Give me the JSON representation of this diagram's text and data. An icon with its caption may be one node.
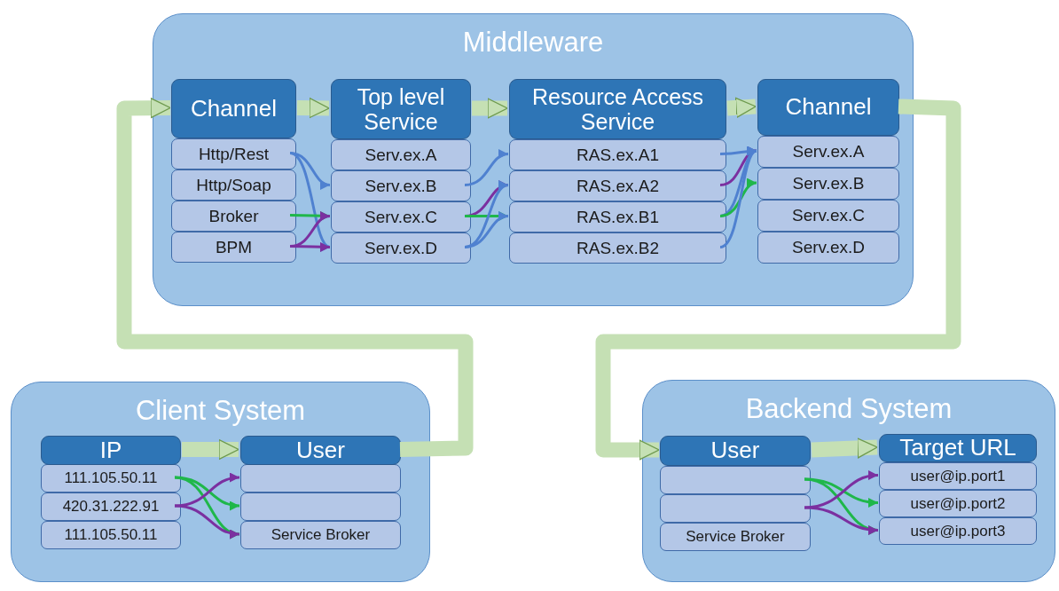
{
  "diagram": {
    "nodes": [
      {
        "text": [
          "Middleware"
        ]
      },
      {
        "text": [
          "Channel"
        ],
        "in": 0
      },
      {
        "text": [
          "Http/Rest"
        ],
        "in": 0
      },
      {
        "text": [
          "Http/Soap"
        ],
        "in": 0
      },
      {
        "text": [
          "Broker"
        ],
        "in": 0
      },
      {
        "text": [
          "BPM"
        ],
        "in": 0
      },
      {
        "text": [
          "Top level Service"
        ],
        "in": 0
      },
      {
        "text": [
          "Serv.ex.A"
        ],
        "in": 0
      },
      {
        "text": [
          "Serv.ex.B"
        ],
        "in": 0
      },
      {
        "text": [
          "Serv.ex.C"
        ],
        "in": 0
      },
      {
        "text": [
          "Serv.ex.D"
        ],
        "in": 0
      },
      {
        "text": [
          "Resource Access Service"
        ],
        "in": 0
      },
      {
        "text": [
          "RAS.ex.A1"
        ],
        "in": 0
      },
      {
        "text": [
          "RAS.ex.A2"
        ],
        "in": 0
      },
      {
        "text": [
          "RAS.ex.B1"
        ],
        "in": 0
      },
      {
        "text": [
          "RAS.ex.B2"
        ],
        "in": 0
      },
      {
        "text": [
          "Channel"
        ],
        "in": 0
      },
      {
        "text": [
          "Serv.ex.A"
        ],
        "in": 0
      },
      {
        "text": [
          "Serv.ex.B"
        ],
        "in": 0
      },
      {
        "text": [
          "Serv.ex.C"
        ],
        "in": 0
      },
      {
        "text": [
          "Serv.ex.D"
        ],
        "in": 0
      },
      {
        "text": [
          "Client System"
        ]
      },
      {
        "text": [
          "IP"
        ],
        "in": 21
      },
      {
        "text": [
          "111.105.50.11"
        ],
        "in": 21
      },
      {
        "text": [
          "420.31.222.91"
        ],
        "in": 21
      },
      {
        "text": [
          "111.105.50.11"
        ],
        "in": 21
      },
      {
        "text": [
          "User"
        ],
        "in": 21
      },
      {
        "text": [],
        "shape": "box",
        "in": 21
      },
      {
        "text": [],
        "shape": "box",
        "in": 21
      },
      {
        "text": [
          "Service Broker"
        ],
        "in": 21
      },
      {
        "text": [
          "Backend System"
        ]
      },
      {
        "text": [
          "User"
        ],
        "in": 30
      },
      {
        "text": [],
        "shape": "box",
        "in": 30
      },
      {
        "text": [],
        "shape": "box",
        "in": 30
      },
      {
        "text": [
          "Service Broker"
        ],
        "in": 30
      },
      {
        "text": [
          "Target URL"
        ],
        "in": 30
      },
      {
        "text": [
          "user@ip.port1"
        ],
        "in": 30
      },
      {
        "text": [
          "user@ip.port2"
        ],
        "in": 30
      },
      {
        "text": [
          "user@ip.port3"
        ],
        "in": 30
      }
    ],
    "edges": [
      {
        "from": 26,
        "to": 1,
        "arrow": "to",
        "style": "thick",
        "color": "#c5e0b4"
      },
      {
        "from": 1,
        "to": 6,
        "arrow": "to",
        "style": "thick",
        "color": "#c5e0b4"
      },
      {
        "from": 6,
        "to": 11,
        "arrow": "to",
        "style": "thick",
        "color": "#c5e0b4"
      },
      {
        "from": 11,
        "to": 16,
        "arrow": "to",
        "style": "thick",
        "color": "#c5e0b4"
      },
      {
        "from": 16,
        "to": 31,
        "arrow": "to",
        "style": "thick",
        "color": "#c5e0b4"
      },
      {
        "from": 22,
        "to": 26,
        "arrow": "to",
        "style": "thick",
        "color": "#c5e0b4"
      },
      {
        "from": 31,
        "to": 35,
        "arrow": "to",
        "style": "thick",
        "color": "#c5e0b4"
      },
      {
        "from": 2,
        "to": 8,
        "arrow": "to",
        "color": "#4f81d0"
      },
      {
        "from": 2,
        "to": 10,
        "arrow": "to",
        "color": "#4f81d0"
      },
      {
        "from": 4,
        "to": 9,
        "arrow": "to",
        "color": "#1fb74a"
      },
      {
        "from": 5,
        "to": 9,
        "arrow": "to",
        "color": "#7b30a0"
      },
      {
        "from": 5,
        "to": 10,
        "arrow": "to",
        "color": "#7b30a0"
      },
      {
        "from": 8,
        "to": 12,
        "arrow": "to",
        "color": "#4f81d0"
      },
      {
        "from": 9,
        "to": 13,
        "arrow": "to",
        "color": "#7b30a0"
      },
      {
        "from": 9,
        "to": 14,
        "arrow": "to",
        "color": "#1fb74a"
      },
      {
        "from": 10,
        "to": 13,
        "arrow": "to",
        "color": "#4f81d0"
      },
      {
        "from": 10,
        "to": 14,
        "arrow": "to",
        "color": "#4f81d0"
      },
      {
        "from": 12,
        "to": 17,
        "arrow": "to",
        "color": "#4f81d0"
      },
      {
        "from": 13,
        "to": 17,
        "arrow": "to",
        "color": "#7b30a0"
      },
      {
        "from": 14,
        "to": 17,
        "arrow": "to",
        "color": "#4f81d0"
      },
      {
        "from": 14,
        "to": 18,
        "arrow": "to",
        "color": "#1fb74a"
      },
      {
        "from": 15,
        "to": 17,
        "arrow": "to",
        "color": "#4f81d0"
      },
      {
        "from": 23,
        "to": 28,
        "arrow": "to",
        "color": "#1fb74a"
      },
      {
        "from": 23,
        "to": 29,
        "arrow": "to",
        "color": "#1fb74a"
      },
      {
        "from": 24,
        "to": 27,
        "arrow": "to",
        "color": "#7b30a0"
      },
      {
        "from": 24,
        "to": 29,
        "arrow": "to",
        "color": "#7b30a0"
      },
      {
        "from": 32,
        "to": 37,
        "arrow": "to",
        "color": "#1fb74a"
      },
      {
        "from": 32,
        "to": 38,
        "arrow": "to",
        "color": "#1fb74a"
      },
      {
        "from": 33,
        "to": 36,
        "arrow": "to",
        "color": "#7b30a0"
      },
      {
        "from": 33,
        "to": 38,
        "arrow": "to",
        "color": "#7b30a0"
      }
    ]
  }
}
